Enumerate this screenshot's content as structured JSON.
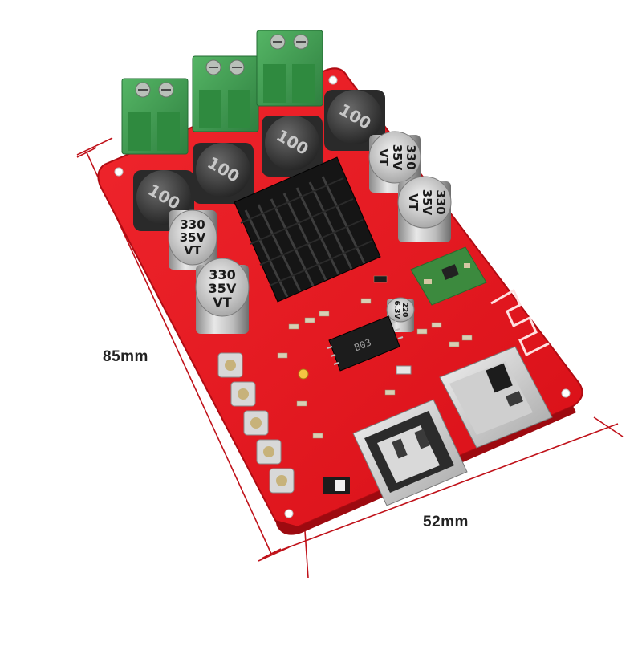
{
  "dimensions": {
    "height_label": "85mm",
    "width_label": "52mm"
  },
  "capacitors": [
    {
      "lines": [
        "330",
        "35V",
        "VT"
      ]
    },
    {
      "lines": [
        "330",
        "35V",
        "VT"
      ]
    },
    {
      "lines": [
        "330",
        "35V",
        "VT"
      ]
    },
    {
      "lines": [
        "330",
        "35V",
        "VT"
      ]
    }
  ],
  "small_capacitor": {
    "lines": [
      "220",
      "6.3V"
    ]
  },
  "inductors": [
    {
      "label": "100"
    },
    {
      "label": "100"
    },
    {
      "label": "100"
    },
    {
      "label": "100"
    }
  ],
  "chip": {
    "label": "B03"
  },
  "colors": {
    "pcb": "#e8141c",
    "terminal": "#3a9a4c",
    "heatsink": "#1b1b1b",
    "silkscreen": "#ffffff",
    "background": "#ffffff"
  }
}
